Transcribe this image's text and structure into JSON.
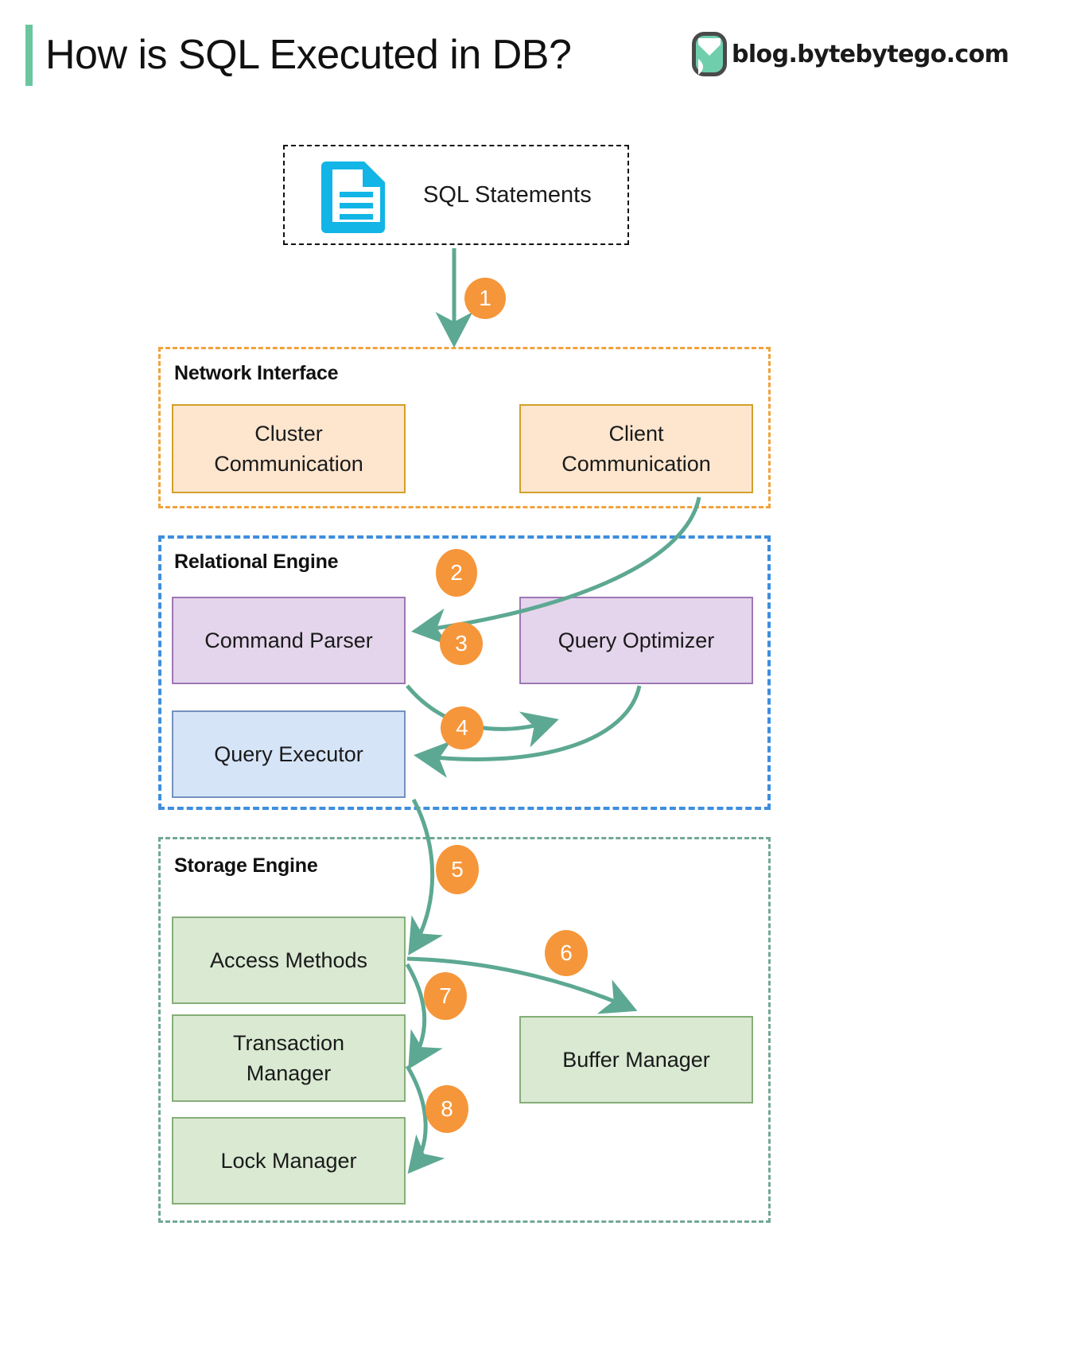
{
  "header": {
    "title": "How is SQL Executed in DB?",
    "brand": "blog.bytebytego.com",
    "accent_bar_color": "#6BC6A0",
    "logo_name": "bytebytego-logo"
  },
  "source": {
    "label": "SQL Statements",
    "icon": "document-icon",
    "icon_color": "#12B5E5"
  },
  "zones": [
    {
      "id": "network-interface",
      "title": "Network Interface",
      "border_color": "#F0A33C",
      "nodes": [
        {
          "id": "cluster-communication",
          "label": "Cluster\nCommunication"
        },
        {
          "id": "client-communication",
          "label": "Client\nCommunication"
        }
      ]
    },
    {
      "id": "relational-engine",
      "title": "Relational Engine",
      "border_color": "#3E8EDE",
      "nodes": [
        {
          "id": "command-parser",
          "label": "Command Parser"
        },
        {
          "id": "query-optimizer",
          "label": "Query Optimizer"
        },
        {
          "id": "query-executor",
          "label": "Query Executor"
        }
      ]
    },
    {
      "id": "storage-engine",
      "title": "Storage Engine",
      "border_color": "#72A894",
      "nodes": [
        {
          "id": "access-methods",
          "label": "Access Methods"
        },
        {
          "id": "transaction-manager",
          "label": "Transaction\nManager"
        },
        {
          "id": "lock-manager",
          "label": "Lock Manager"
        },
        {
          "id": "buffer-manager",
          "label": "Buffer Manager"
        }
      ]
    }
  ],
  "steps": [
    {
      "n": "1",
      "from": "sql-statements",
      "to": "network-interface"
    },
    {
      "n": "2",
      "from": "client-communication",
      "to": "command-parser"
    },
    {
      "n": "3",
      "from": "command-parser",
      "to": "query-optimizer"
    },
    {
      "n": "4",
      "from": "query-optimizer",
      "to": "query-executor"
    },
    {
      "n": "5",
      "from": "query-executor",
      "to": "access-methods"
    },
    {
      "n": "6",
      "from": "access-methods",
      "to": "buffer-manager"
    },
    {
      "n": "7",
      "from": "access-methods",
      "to": "transaction-manager"
    },
    {
      "n": "8",
      "from": "transaction-manager",
      "to": "lock-manager"
    }
  ],
  "palette": {
    "arrow": "#5DA892",
    "badge": "#F6963A",
    "badge_text": "#FFFFFF",
    "network_node_fill": "#FDE5CE",
    "network_node_border": "#D2A02A",
    "relational_node_fill": "#E4D5EC",
    "relational_node_border": "#9E77B5",
    "executor_fill": "#D6E4F8",
    "executor_border": "#7392BE",
    "storage_node_fill": "#D9E9D2",
    "storage_node_border": "#86AE78"
  }
}
